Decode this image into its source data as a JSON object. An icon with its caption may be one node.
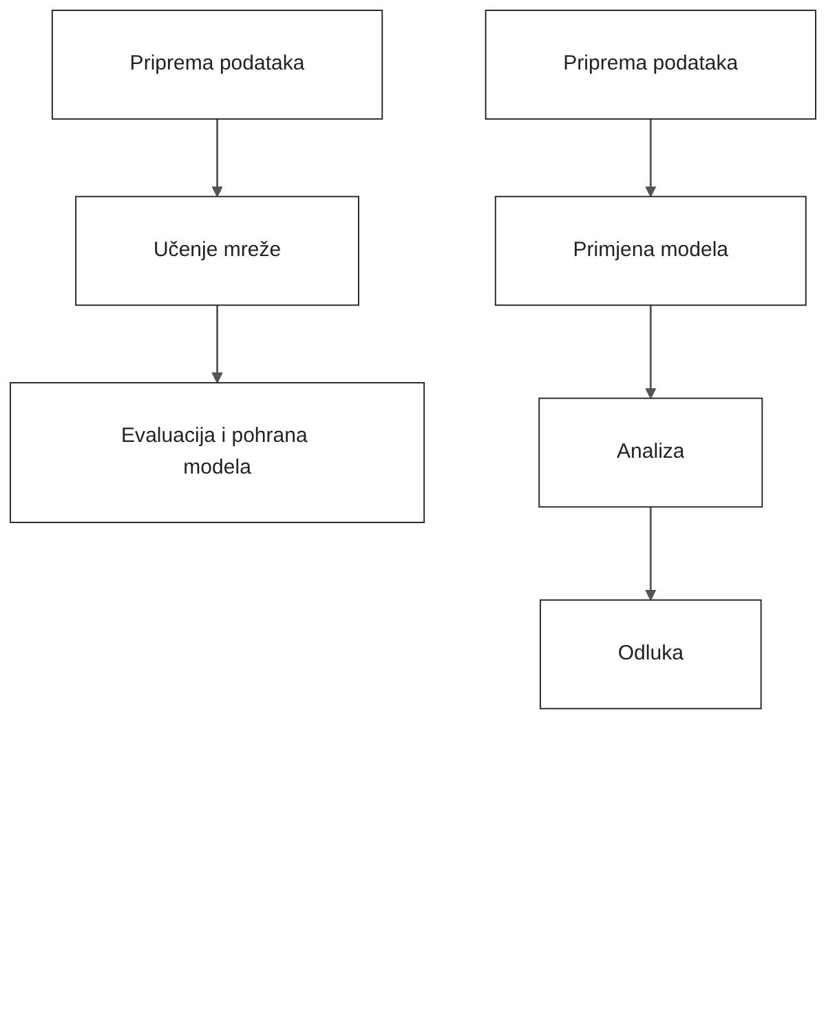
{
  "diagram": {
    "nodes": [
      {
        "text": [
          "Priprema podataka"
        ]
      },
      {
        "text": [
          "Učenje mreže"
        ]
      },
      {
        "text": [
          "Evaluacija i pohrana modela"
        ]
      },
      {
        "text": [
          "Priprema podataka"
        ]
      },
      {
        "text": [
          "Primjena modela"
        ]
      },
      {
        "text": [
          "Analiza"
        ]
      },
      {
        "text": [
          "Odluka"
        ]
      }
    ],
    "edges": [
      {
        "from": 0,
        "to": 1,
        "arrow": "to"
      },
      {
        "from": 1,
        "to": 2,
        "arrow": "to"
      },
      {
        "from": 3,
        "to": 4,
        "arrow": "to"
      },
      {
        "from": 4,
        "to": 5,
        "arrow": "to"
      },
      {
        "from": 5,
        "to": 6,
        "arrow": "to"
      }
    ]
  }
}
